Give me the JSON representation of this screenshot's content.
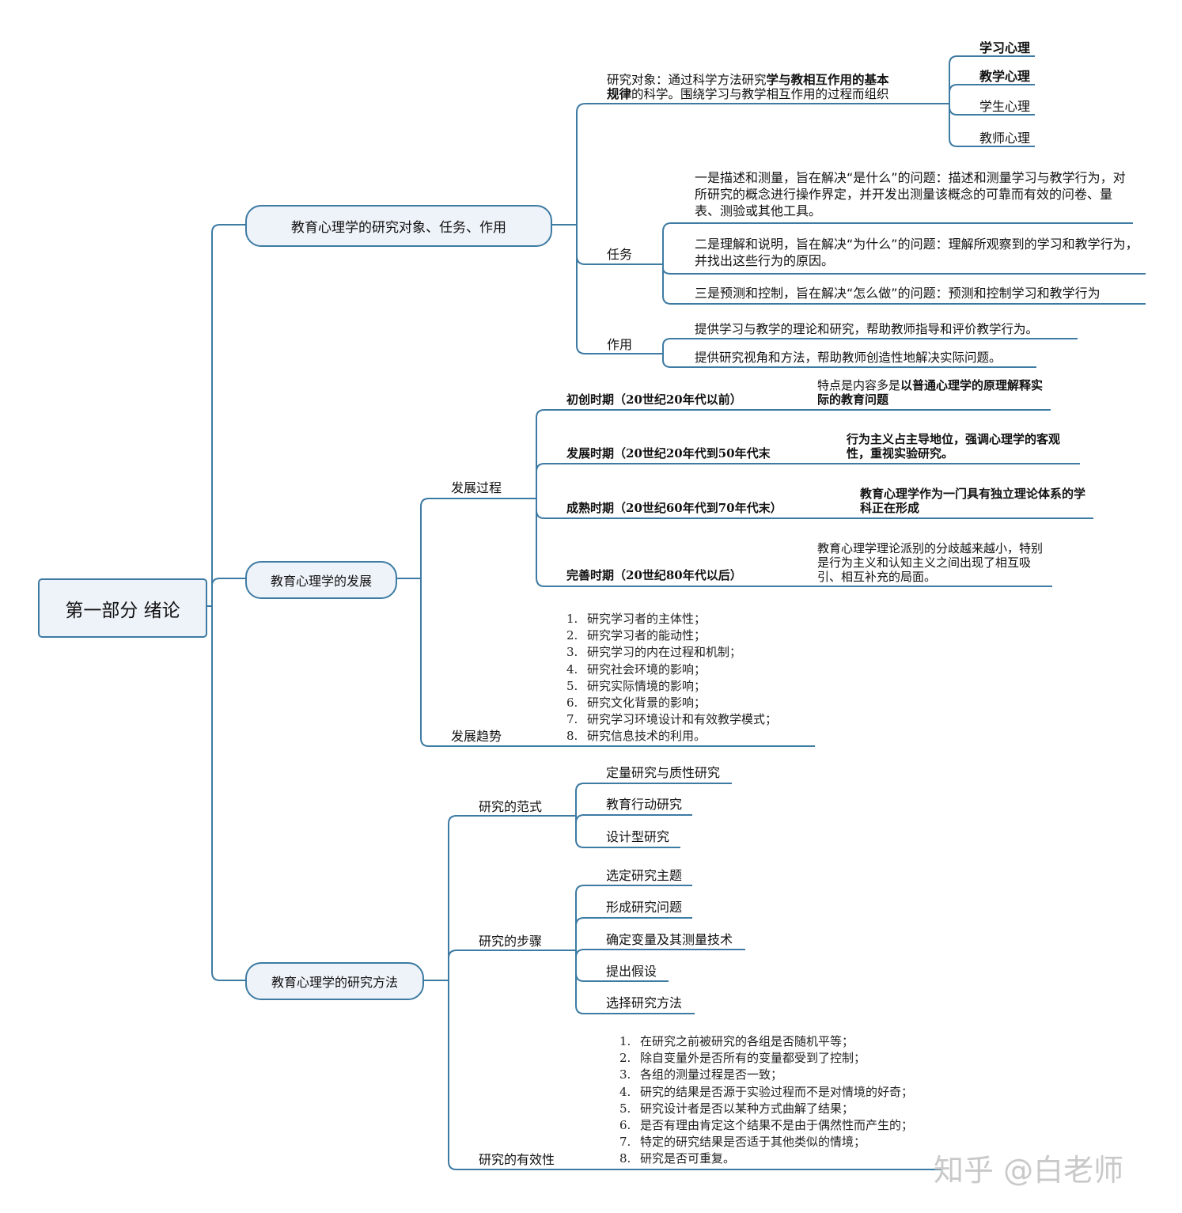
{
  "root": {
    "label": "第一部分 绪论"
  },
  "sections": {
    "research": {
      "label": "教育心理学的研究对象、任务、作用",
      "object": {
        "label_pre": "研究对象：通过科学方法研究",
        "label_bold1": "学与教相互作用的基本",
        "label_bold2": "规律",
        "label_post": "的科学。围绕学习与教学相互作用的过程而组织",
        "items": [
          "学习心理",
          "教学心理",
          "学生心理",
          "教师心理"
        ]
      },
      "tasks": {
        "label": "任务",
        "items": [
          "一是描述和测量，旨在解决“是什么”的问题：描述和测量学习与教学行为，对所研究的概念进行操作界定，并开发出测量该概念的可靠而有效的问卷、量表、测验或其他工具。",
          "二是理解和说明，旨在解决“为什么”的问题：理解所观察到的学习和教学行为，并找出这些行为的原因。",
          "三是预测和控制，旨在解决“怎么做”的问题：预测和控制学习和教学行为"
        ]
      },
      "roles": {
        "label": "作用",
        "items": [
          "提供学习与教学的理论和研究，帮助教师指导和评价教学行为。",
          "提供研究视角和方法，帮助教师创造性地解决实际问题。"
        ]
      }
    },
    "development": {
      "label": "教育心理学的发展",
      "process": {
        "label": "发展过程",
        "periods": [
          {
            "label": "初创时期（20世纪20年代以前）",
            "desc_pre": "特点是内容多是",
            "desc_bold": "以普通心理学的原理解释实际的教育问题"
          },
          {
            "label": "发展时期（20世纪20年代到50年代末",
            "desc_pre": "",
            "desc_bold": "行为主义占主导地位，强调心理学的客观性，重视实验研究。"
          },
          {
            "label": "成熟时期（20世纪60年代到70年代末）",
            "desc_pre": "",
            "desc_bold": "教育心理学作为一门具有独立理论体系的学科正在形成"
          },
          {
            "label": "完善时期（20世纪80年代以后）",
            "desc_pre": "教育心理学理论派别的分歧越来越小，特别是行为主义和认知主义之间出现了相互吸引、相互补充的局面。",
            "desc_bold": ""
          }
        ]
      },
      "trend": {
        "label": "发展趋势",
        "items": [
          "研究学习者的主体性；",
          "研究学习者的能动性；",
          "研究学习的内在过程和机制；",
          "研究社会环境的影响；",
          "研究实际情境的影响；",
          "研究文化背景的影响；",
          "研究学习环境设计和有效教学模式；",
          "研究信息技术的利用。"
        ]
      }
    },
    "methods": {
      "label": "教育心理学的研究方法",
      "paradigm": {
        "label": "研究的范式",
        "items": [
          "定量研究与质性研究",
          "教育行动研究",
          "设计型研究"
        ]
      },
      "steps": {
        "label": "研究的步骤",
        "items": [
          "选定研究主题",
          "形成研究问题",
          "确定变量及其测量技术",
          "提出假设",
          "选择研究方法"
        ]
      },
      "validity": {
        "label": "研究的有效性",
        "items": [
          "在研究之前被研究的各组是否随机平等；",
          "除自变量外是否所有的变量都受到了控制；",
          "各组的测量过程是否一致；",
          "研究的结果是否源于实验过程而不是对情境的好奇；",
          "研究设计者是否以某种方式曲解了结果；",
          "是否有理由肯定这个结果不是由于偶然性而产生的；",
          "特定的研究结果是否适于其他类似的情境；",
          "研究是否可重复。"
        ]
      }
    }
  },
  "watermark": "知乎 @白老师",
  "colors": {
    "line": "#3d7ba3",
    "box_fill": "#eef3f9"
  }
}
